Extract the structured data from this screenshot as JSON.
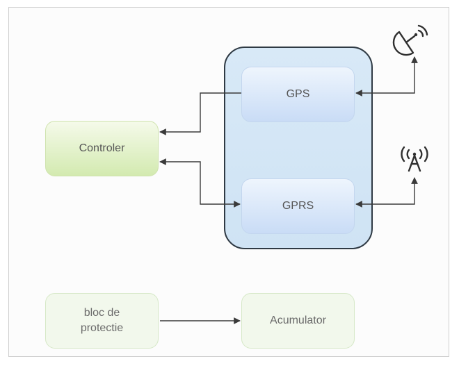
{
  "nodes": {
    "gps": "GPS",
    "gprs": "GPRS",
    "controler": "Controler",
    "bloc_line1": "bloc de",
    "bloc_line2": "protectie",
    "acumulator": "Acumulator"
  },
  "icons": {
    "satellite": "satellite-dish-icon",
    "antenna": "antenna-tower-icon"
  },
  "colors": {
    "line": "#3a3a3a",
    "container_fill": "#d3e6f6",
    "module_fill": "#cfe0f7",
    "controller_fill": "#d6ebb5",
    "power_fill": "#f2f8ec"
  }
}
